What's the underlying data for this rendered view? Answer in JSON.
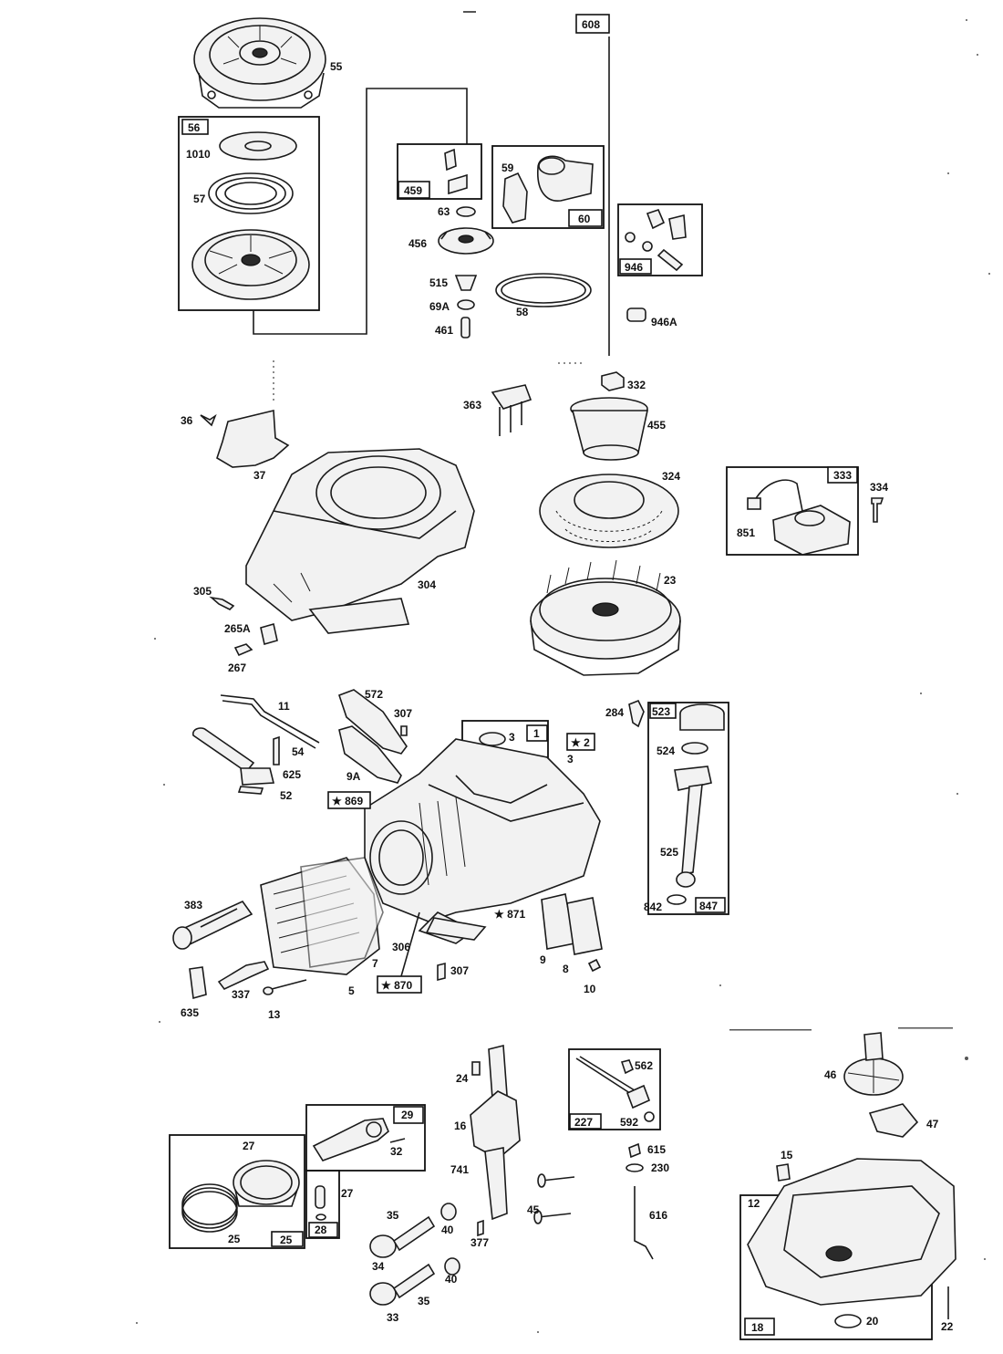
{
  "labels": {
    "l55": "55",
    "l56": "56",
    "l1010": "1010",
    "l57": "57",
    "l608": "608",
    "l459": "459",
    "l63": "63",
    "l456": "456",
    "l515": "515",
    "l69a": "69A",
    "l461": "461",
    "l59": "59",
    "l60": "60",
    "l58": "58",
    "l946": "946",
    "l946a": "946A",
    "l332": "332",
    "l363": "363",
    "l455": "455",
    "l324": "324",
    "l23": "23",
    "l333": "333",
    "l334": "334",
    "l851": "851",
    "l36": "36",
    "l37": "37",
    "l304": "304",
    "l305": "305",
    "l265a": "265A",
    "l267": "267",
    "l11": "11",
    "l54": "54",
    "l625": "625",
    "l52": "52",
    "l572": "572",
    "l307a": "307",
    "l9a": "9A",
    "l3a": "3",
    "l1": "1",
    "l2": "★ 2",
    "l3b": "3",
    "l284": "284",
    "l523": "523",
    "l524": "524",
    "l525": "525",
    "l842": "842",
    "l847": "847",
    "l869": "★ 869",
    "l871": "★ 871",
    "l870": "★ 870",
    "l383": "383",
    "l306": "306",
    "l7": "7",
    "l5": "5",
    "l307b": "307",
    "l9": "9",
    "l8": "8",
    "l10": "10",
    "l635": "635",
    "l337": "337",
    "l13": "13",
    "l24": "24",
    "l16": "16",
    "l741": "741",
    "l562": "562",
    "l592": "592",
    "l227": "227",
    "l615": "615",
    "l230": "230",
    "l616": "616",
    "l45": "45",
    "l377": "377",
    "l46": "46",
    "l47": "47",
    "l15": "15",
    "l12": "12",
    "l18": "18",
    "l20": "20",
    "l22": "22",
    "l29": "29",
    "l32": "32",
    "l27a": "27",
    "l25a": "25",
    "l25b": "25",
    "l27b": "27",
    "l28": "28",
    "l35a": "35",
    "l40a": "40",
    "l34": "34",
    "l35b": "35",
    "l40b": "40",
    "l33": "33"
  }
}
